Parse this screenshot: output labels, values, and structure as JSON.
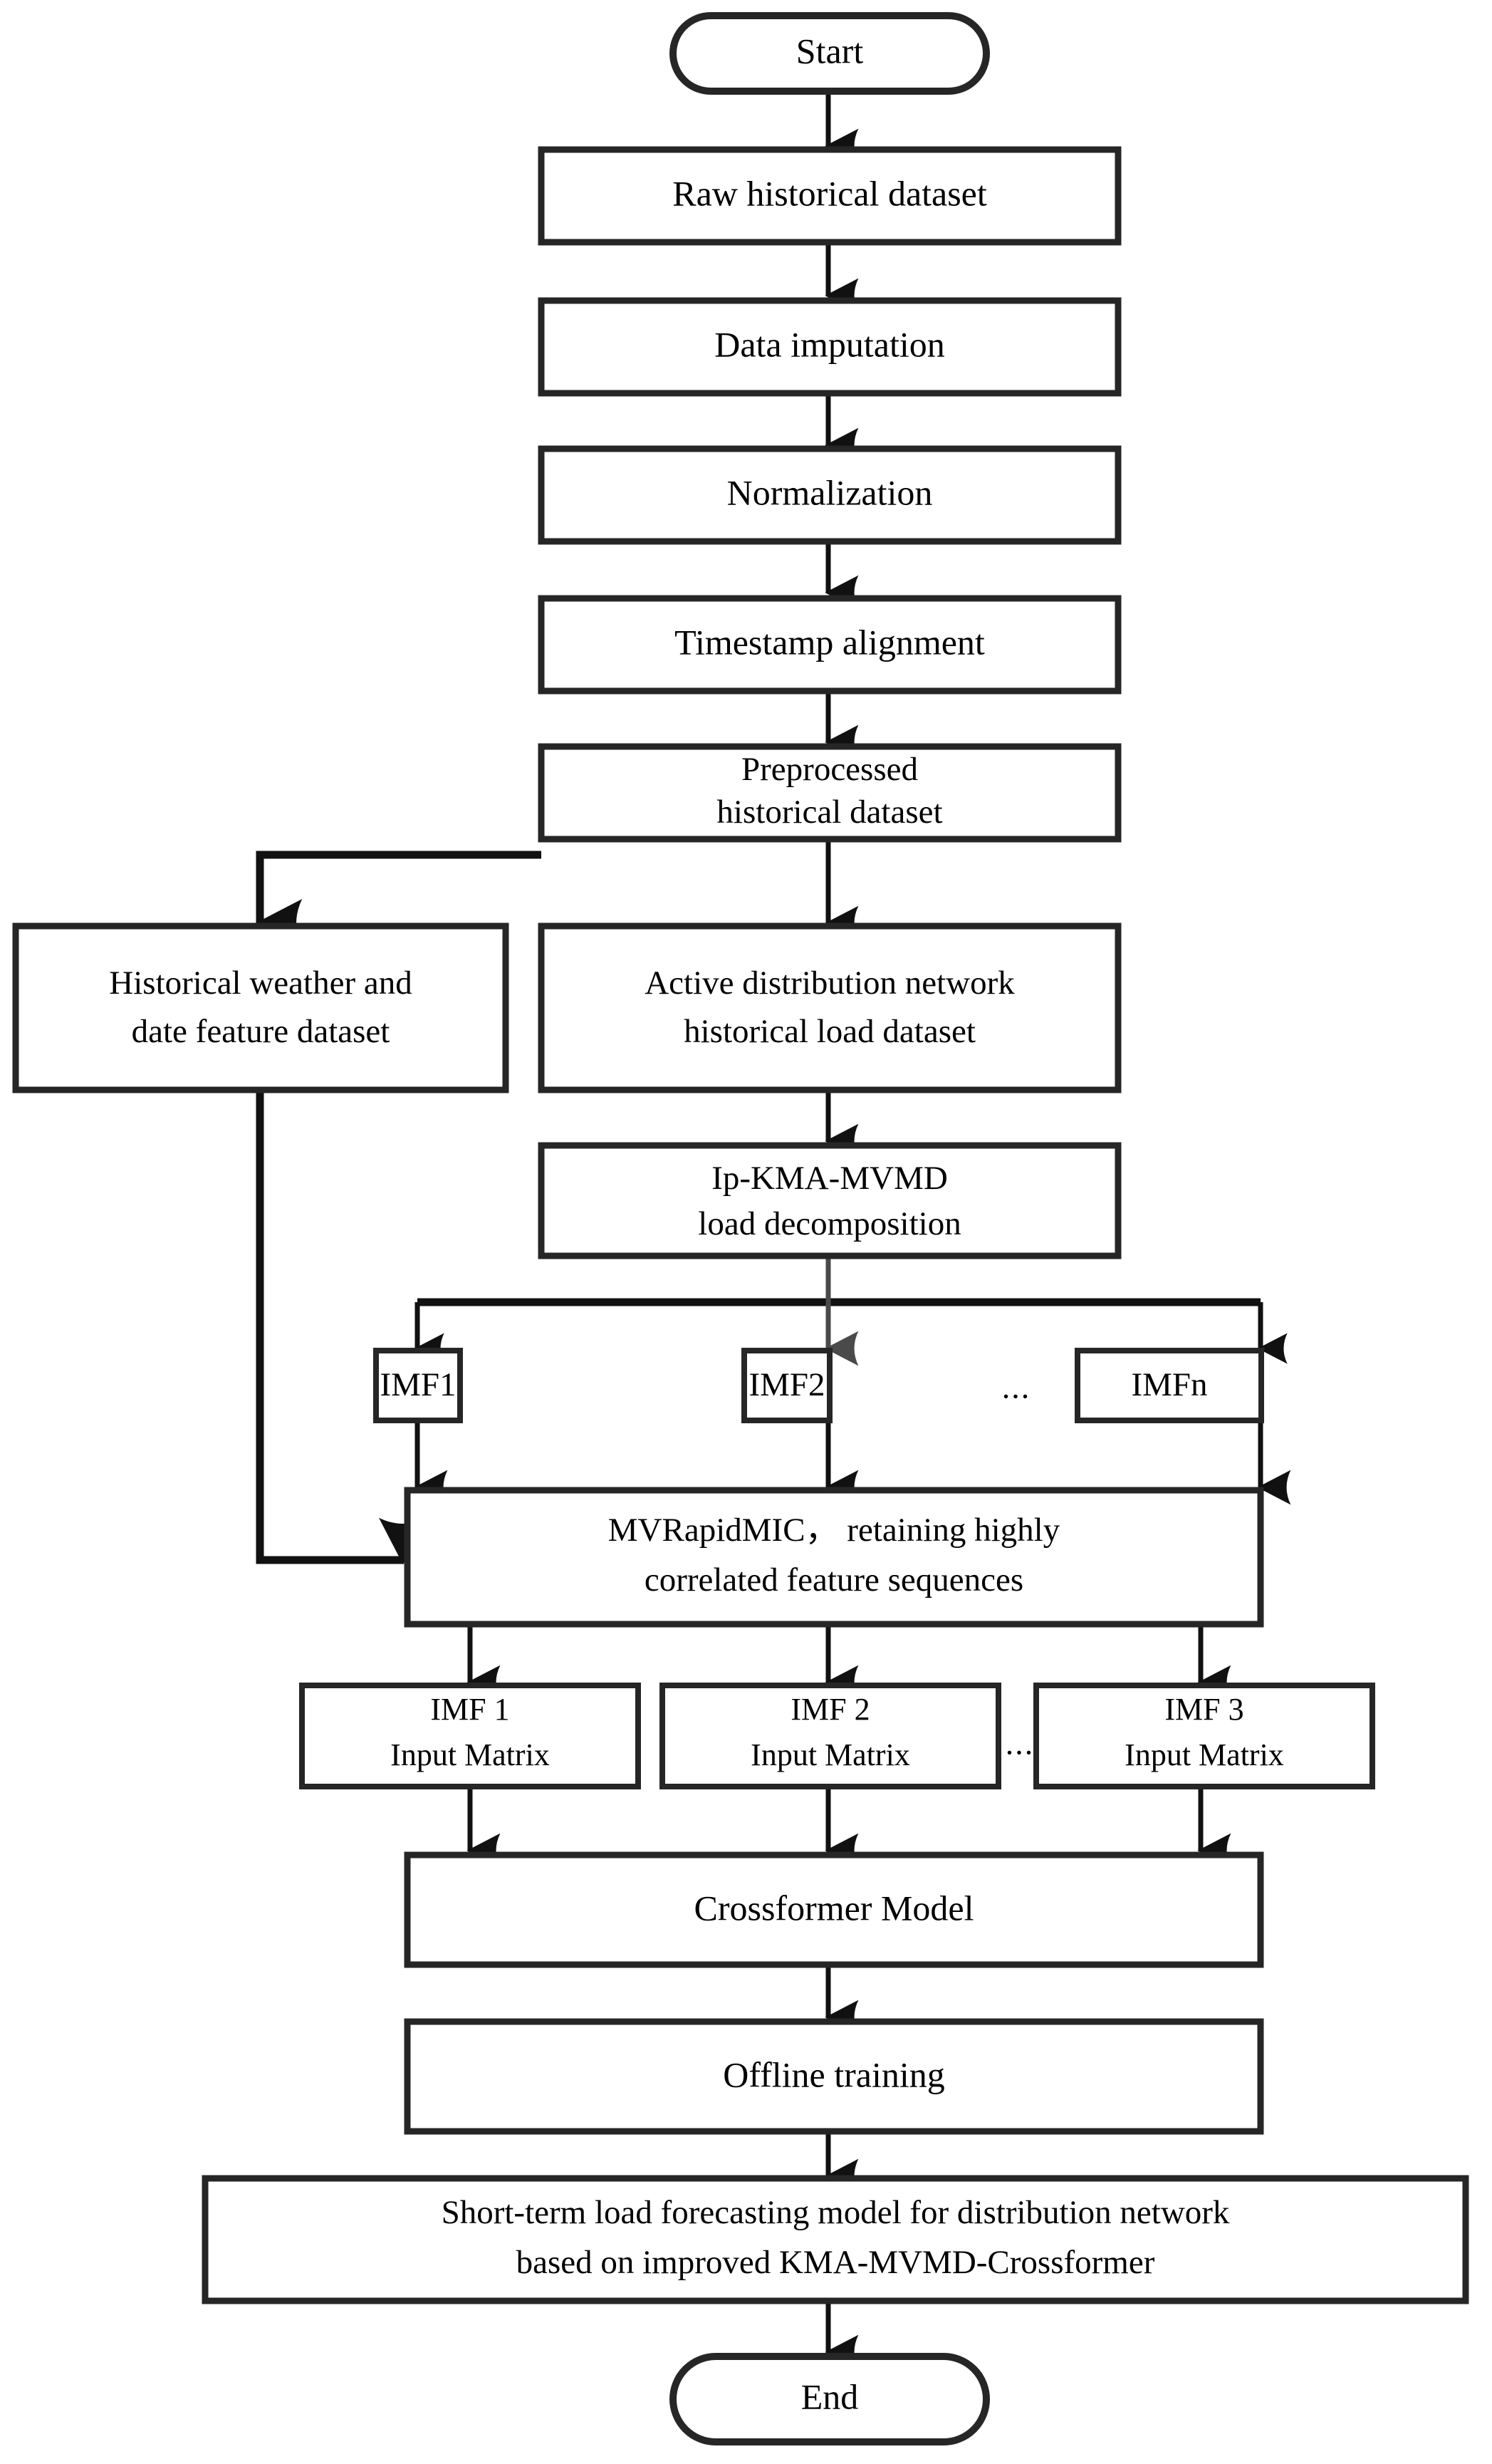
{
  "diagram": {
    "title": "Short-term load forecasting flowchart",
    "colors": {
      "stroke": "#262626",
      "connector": "#111111",
      "connector_highlight": "#4a4a4a",
      "fill": "#ffffff"
    },
    "nodes": {
      "start": {
        "label": "Start",
        "shape": "terminator"
      },
      "raw_dataset": {
        "label": "Raw historical dataset",
        "shape": "process"
      },
      "data_imputation": {
        "label": "Data imputation",
        "shape": "process"
      },
      "normalization": {
        "label": "Normalization",
        "shape": "process"
      },
      "timestamp_alignment": {
        "label": "Timestamp alignment",
        "shape": "process"
      },
      "preprocessed": {
        "line1": "Preprocessed",
        "line2": "historical dataset",
        "shape": "process"
      },
      "weather_dataset": {
        "line1": "Historical weather and",
        "line2": "date feature dataset",
        "shape": "process"
      },
      "load_dataset": {
        "line1": "Active distribution network",
        "line2": "historical load dataset",
        "shape": "process"
      },
      "decomposition": {
        "line1": "Ip-KMA-MVMD",
        "line2": "load decomposition",
        "shape": "process"
      },
      "imf1": {
        "label": "IMF1",
        "shape": "process"
      },
      "imf2": {
        "label": "IMF2",
        "shape": "process"
      },
      "imf_ellipsis": {
        "label": "...",
        "shape": "text"
      },
      "imfn": {
        "label": "IMFn",
        "shape": "process"
      },
      "mvrapidmic": {
        "line1": "MVRapidMIC， retaining highly",
        "line2": "correlated feature sequences",
        "shape": "process"
      },
      "imf1_matrix": {
        "line1": "IMF 1",
        "line2": "Input Matrix",
        "shape": "process"
      },
      "imf2_matrix": {
        "line1": "IMF 2",
        "line2": "Input Matrix",
        "shape": "process"
      },
      "matrix_ellipsis": {
        "label": "...",
        "shape": "text"
      },
      "imf3_matrix": {
        "line1": "IMF 3",
        "line2": "Input Matrix",
        "shape": "process"
      },
      "crossformer": {
        "label": "Crossformer Model",
        "shape": "process"
      },
      "offline_training": {
        "label": "Offline training",
        "shape": "process"
      },
      "final_model": {
        "line1": "Short-term load forecasting model for distribution network",
        "line2": "based on improved KMA-MVMD-Crossformer",
        "shape": "process"
      },
      "end": {
        "label": "End",
        "shape": "terminator"
      }
    },
    "edges": [
      {
        "from": "start",
        "to": "raw_dataset"
      },
      {
        "from": "raw_dataset",
        "to": "data_imputation"
      },
      {
        "from": "data_imputation",
        "to": "normalization"
      },
      {
        "from": "normalization",
        "to": "timestamp_alignment"
      },
      {
        "from": "timestamp_alignment",
        "to": "preprocessed"
      },
      {
        "from": "preprocessed",
        "to": "weather_dataset"
      },
      {
        "from": "preprocessed",
        "to": "load_dataset"
      },
      {
        "from": "load_dataset",
        "to": "decomposition"
      },
      {
        "from": "decomposition",
        "to": "imf1"
      },
      {
        "from": "decomposition",
        "to": "imf2"
      },
      {
        "from": "decomposition",
        "to": "imfn"
      },
      {
        "from": "imf1",
        "to": "mvrapidmic"
      },
      {
        "from": "imf2",
        "to": "mvrapidmic"
      },
      {
        "from": "imfn",
        "to": "mvrapidmic"
      },
      {
        "from": "weather_dataset",
        "to": "mvrapidmic"
      },
      {
        "from": "mvrapidmic",
        "to": "imf1_matrix"
      },
      {
        "from": "mvrapidmic",
        "to": "imf2_matrix"
      },
      {
        "from": "mvrapidmic",
        "to": "imf3_matrix"
      },
      {
        "from": "imf1_matrix",
        "to": "crossformer"
      },
      {
        "from": "imf2_matrix",
        "to": "crossformer"
      },
      {
        "from": "imf3_matrix",
        "to": "crossformer"
      },
      {
        "from": "crossformer",
        "to": "offline_training"
      },
      {
        "from": "offline_training",
        "to": "final_model"
      },
      {
        "from": "final_model",
        "to": "end"
      }
    ]
  }
}
